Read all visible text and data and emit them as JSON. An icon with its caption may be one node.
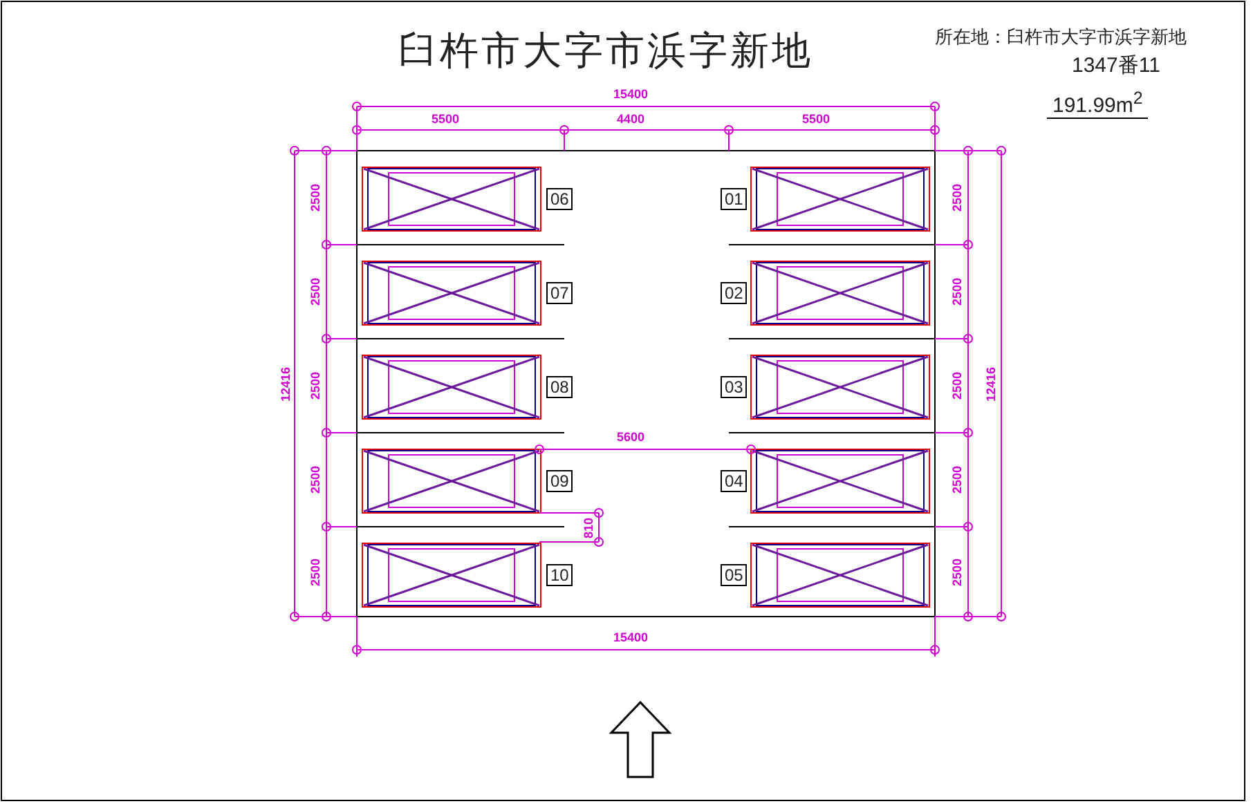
{
  "diagram": {
    "title": "臼杵市大字市浜字新地",
    "nodes": [
      {
        "text": [
          "06"
        ]
      },
      {
        "text": [
          "01"
        ]
      },
      {
        "text": [
          "07"
        ]
      },
      {
        "text": [
          "02"
        ]
      },
      {
        "text": [
          "08"
        ]
      },
      {
        "text": [
          "03"
        ]
      },
      {
        "text": [
          "09"
        ]
      },
      {
        "text": [
          "04"
        ]
      },
      {
        "text": [
          "10"
        ]
      },
      {
        "text": [
          "05"
        ]
      }
    ],
    "labels": [
      "所在地：臼杵市大字市浜字新地",
      "1347番11",
      "191.99m$^{2}$",
      "15400",
      "5500",
      "4400",
      "5500",
      "12416",
      "2500",
      "2500",
      "2500",
      "2500",
      "2500",
      "2500",
      "2500",
      "2500",
      "2500",
      "2500",
      "12416",
      "5600",
      "810",
      "15400"
    ]
  }
}
